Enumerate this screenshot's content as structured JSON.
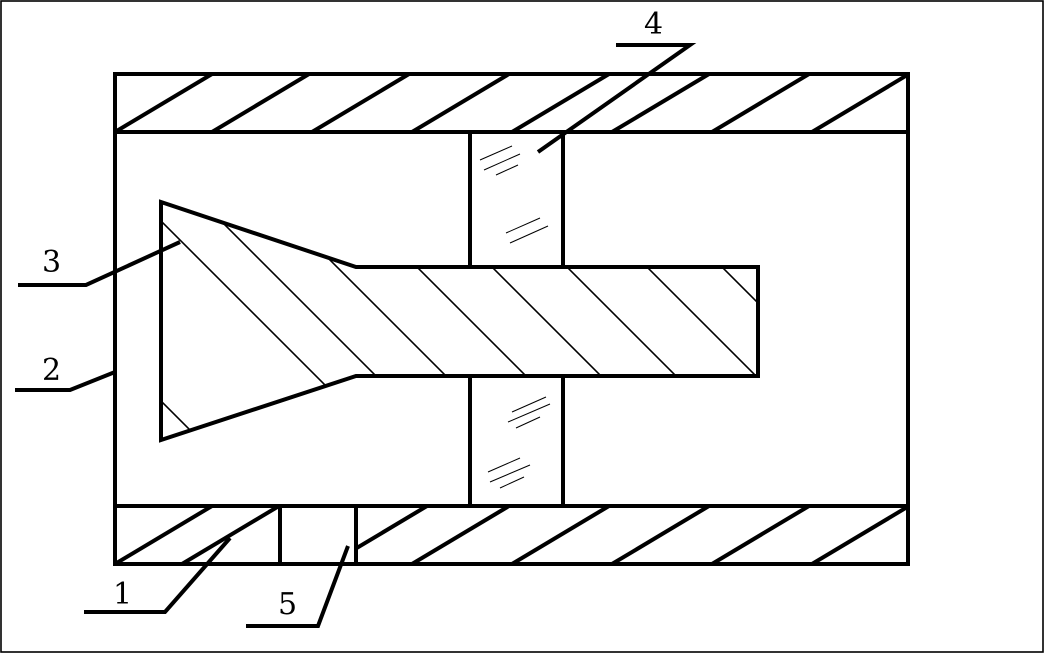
{
  "labels": {
    "l1": "1",
    "l2": "2",
    "l3": "3",
    "l4": "4",
    "l5": "5"
  },
  "colors": {
    "line": "#000000",
    "background": "#ffffff"
  }
}
